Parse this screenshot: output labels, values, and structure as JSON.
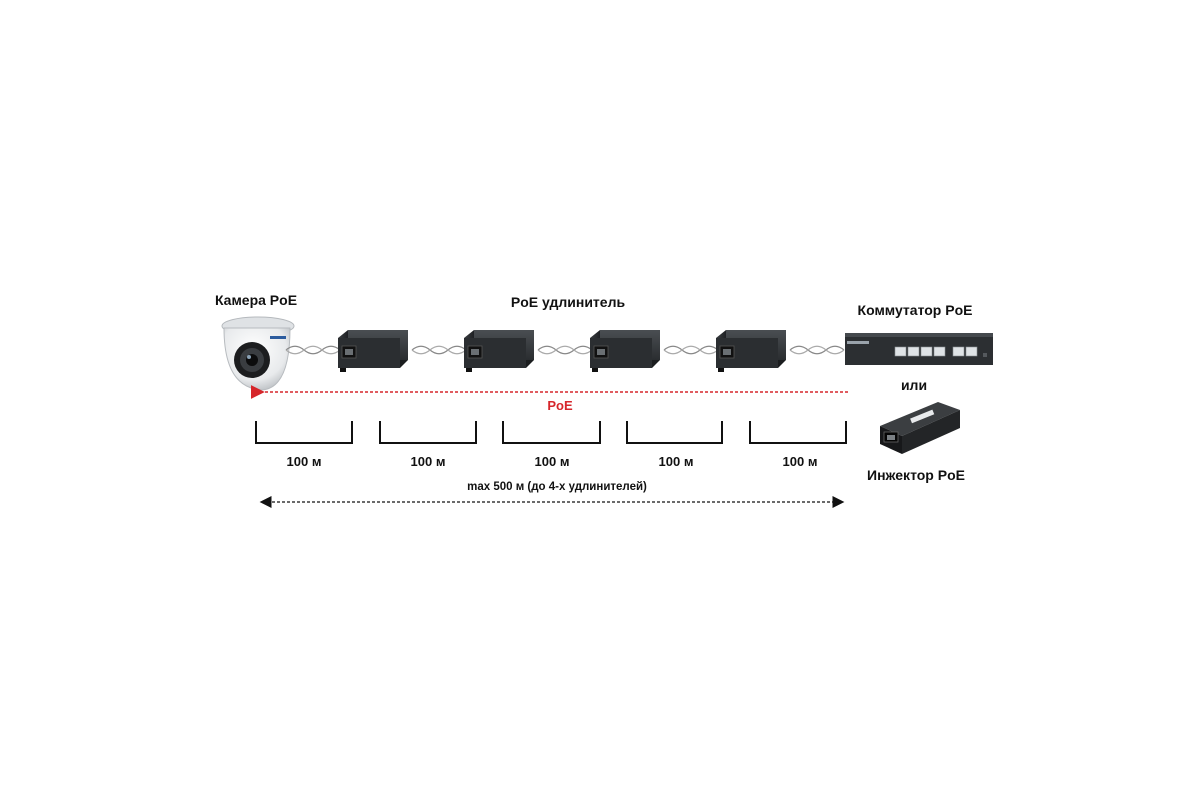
{
  "labels": {
    "camera": "Камера PoE",
    "extender": "PoE удлинитель",
    "switch": "Коммутатор PoE",
    "or": "или",
    "injector": "Инжектор PoE",
    "poe": "PoE",
    "max_distance": "max 500 м (до 4-х удлинителей)"
  },
  "segments": [
    "100 м",
    "100 м",
    "100 м",
    "100 м",
    "100 м"
  ],
  "colors": {
    "poe_arrow": "#d6262b",
    "device_dark": "#2e3133",
    "text": "#111111"
  },
  "icons": {
    "camera": "dome-camera-icon",
    "extender": "poe-extender-icon",
    "switch": "network-switch-icon",
    "injector": "poe-injector-icon"
  }
}
